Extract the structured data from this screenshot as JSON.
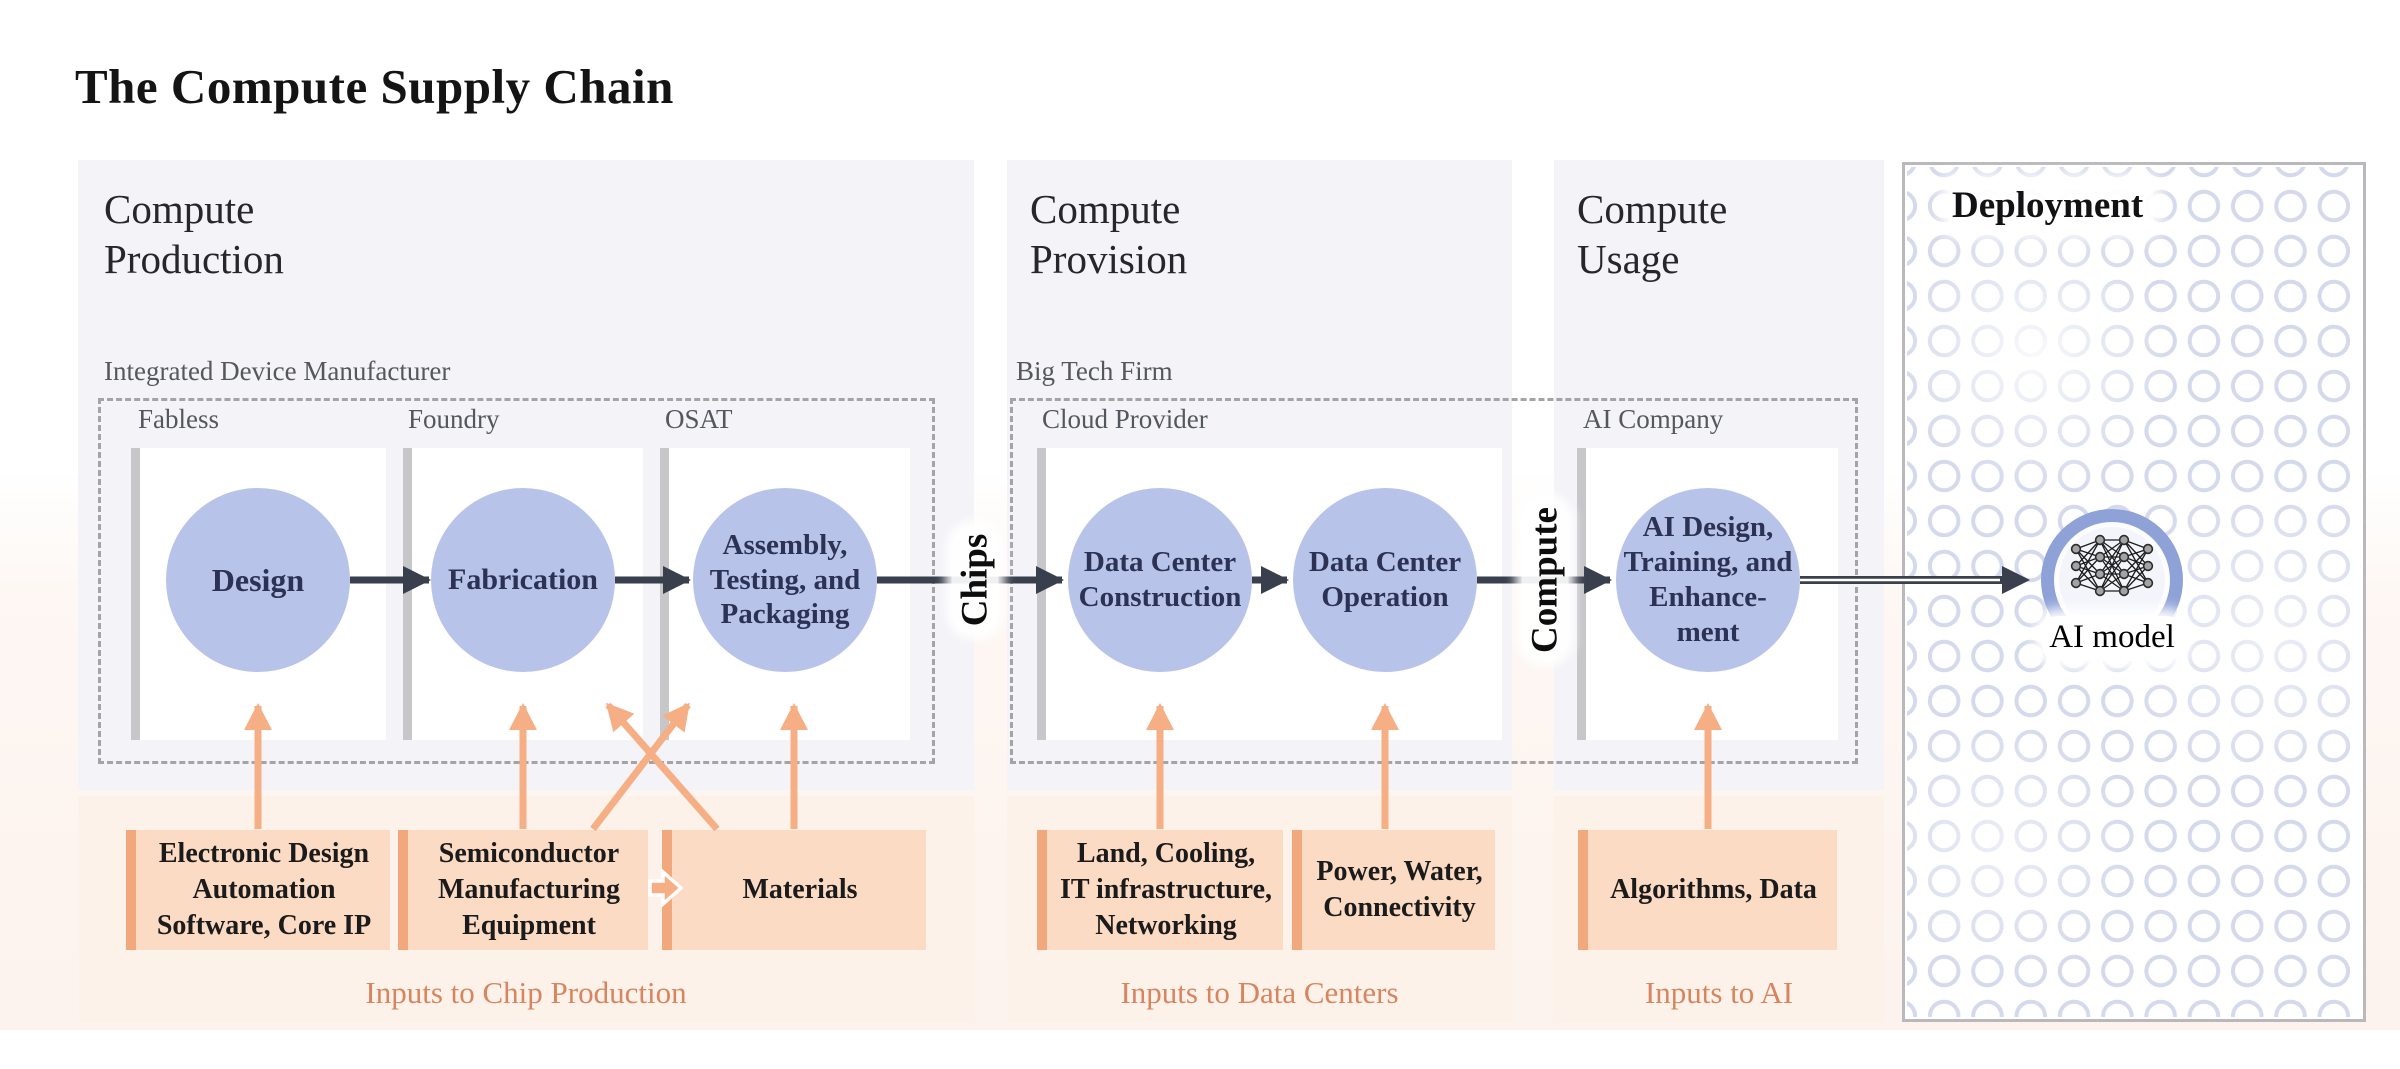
{
  "title": "The Compute Supply Chain",
  "colors": {
    "panel_bg": "#f3f3f8",
    "inputs_bg": "#fdf2ea",
    "node_circle": "#b7c3e9",
    "input_box": "#fbdbc4",
    "input_box_bar": "#f1a87c",
    "orange_arrow": "#f6ae85",
    "dark_arrow": "#3a3f4d",
    "caption_text": "#d8845e",
    "deploy_ring_pattern": "#d4d9ec",
    "ai_model_ring": "#8fa2d8"
  },
  "production": {
    "header": "Compute\nProduction",
    "group_label": "Integrated Device Manufacturer",
    "sub_labels": {
      "fabless": "Fabless",
      "foundry": "Foundry",
      "osat": "OSAT"
    },
    "nodes": {
      "design": "Design",
      "fabrication": "Fabrication",
      "assembly": "Assembly,\nTesting, and\nPackaging"
    },
    "inputs": {
      "eda": "Electronic Design\nAutomation\nSoftware, Core IP",
      "sme": "Semiconductor\nManufacturing\nEquipment",
      "materials": "Materials"
    },
    "inputs_caption": "Inputs to Chip Production"
  },
  "provision": {
    "header": "Compute\nProvision",
    "group_label": "Big Tech Firm",
    "sub_labels": {
      "cloud": "Cloud Provider"
    },
    "nodes": {
      "construction": "Data Center\nConstruction",
      "operation": "Data Center\nOperation"
    },
    "inputs": {
      "land": "Land, Cooling,\nIT infrastructure,\nNetworking",
      "power": "Power, Water,\nConnectivity"
    },
    "inputs_caption": "Inputs to Data Centers"
  },
  "usage": {
    "header": "Compute\nUsage",
    "sub_labels": {
      "ai_company": "AI Company"
    },
    "nodes": {
      "ai": "AI Design,\nTraining, and\nEnhance-\nment"
    },
    "inputs": {
      "algorithms": "Algorithms, Data"
    },
    "inputs_caption": "Inputs to AI"
  },
  "deployment": {
    "header": "Deployment",
    "model_label": "AI model"
  },
  "flow": {
    "chips": "Chips",
    "compute": "Compute"
  }
}
